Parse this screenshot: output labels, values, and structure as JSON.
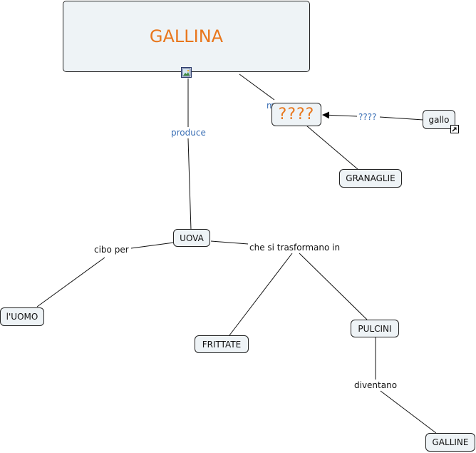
{
  "nodes": {
    "gallina": "GALLINA",
    "question": "????",
    "gallo": "gallo",
    "granaglie": "GRANAGLIE",
    "uova": "UOVA",
    "uomo": "l'UOMO",
    "frittate": "FRITTATE",
    "pulcini": "PULCINI",
    "galline": "GALLINE"
  },
  "links": {
    "produce": "produce",
    "gallo_question": "????",
    "cibo_per": "cibo per",
    "che_si_trasformano": "che si trasformano in",
    "diventano": "diventano",
    "partial_label": "m"
  },
  "colors": {
    "node_fill": "#eef3f6",
    "accent_orange": "#e8771d",
    "link_label_blue": "#3a6fb5"
  },
  "icons": {
    "image": "image-icon",
    "shortcut": "shortcut-arrow-icon"
  }
}
